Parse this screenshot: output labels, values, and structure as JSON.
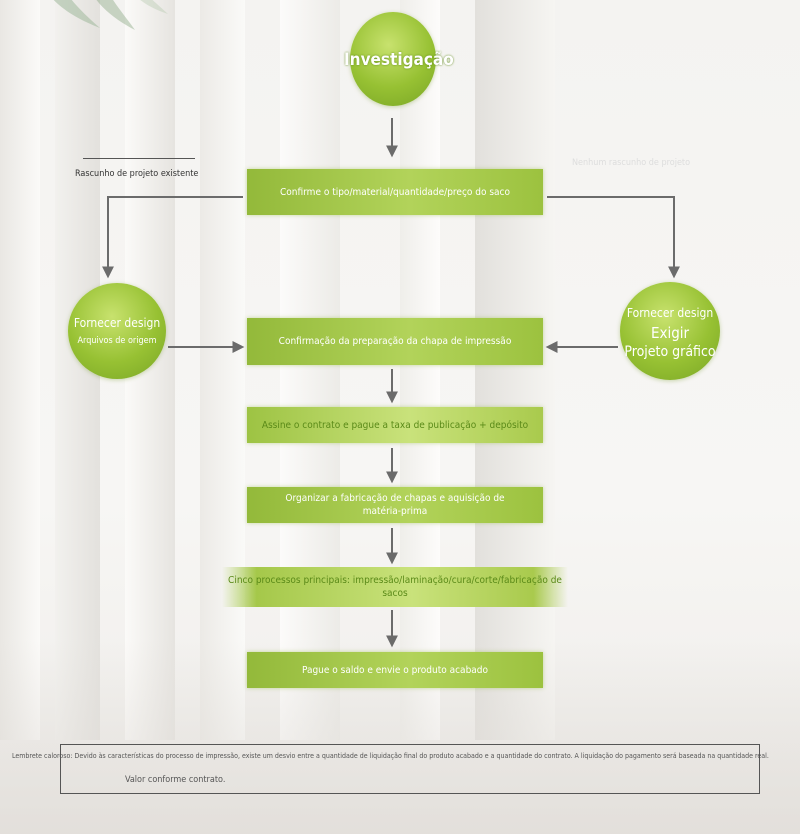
{
  "start_circle": {
    "label": "Investigação"
  },
  "steps": [
    {
      "label": "Confirme o tipo/material/quantidade/preço do saco"
    },
    {
      "label": "Confirmação da preparação da chapa de impressão"
    },
    {
      "label": "Assine o contrato e pague a taxa de publicação + depósito"
    },
    {
      "label": "Organizar a fabricação de chapas e aquisição de matéria-prima"
    },
    {
      "label": "Cinco processos principais: impressão/laminação/cura/corte/fabricação de sacos"
    },
    {
      "label": "Pague o saldo e envie o produto acabado"
    }
  ],
  "left_branch": {
    "note": "Rascunho de projeto existente",
    "circle_line1": "Fornecer design",
    "circle_line2": "Arquivos de origem"
  },
  "right_branch": {
    "note": "Nenhum rascunho de projeto",
    "circle_line1": "Fornecer design",
    "circle_line2": "Exigir",
    "circle_line3": "Projeto gráfico"
  },
  "footer": {
    "tip": "Lembrete caloroso: Devido às características do processo de impressão, existe um desvio entre a quantidade de liquidação final do produto acabado e a quantidade do contrato. A liquidação do pagamento será baseada na quantidade real.",
    "tip2": "Valor conforme contrato."
  },
  "colors": {
    "green_dark": "#78a525",
    "green_light": "#c8e26e",
    "arrow": "#6b6b6b",
    "alt_text": "#5a8a18"
  }
}
